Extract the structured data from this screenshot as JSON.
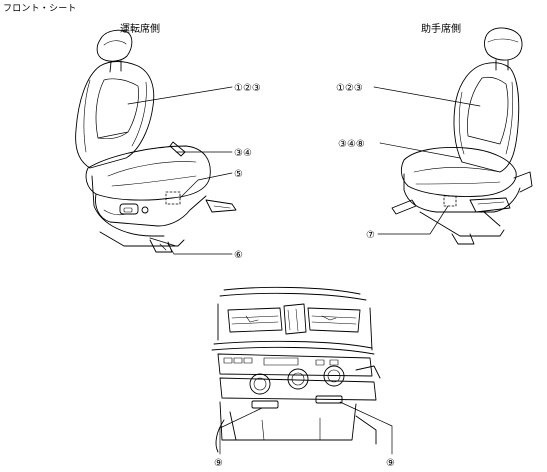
{
  "title": "フロント・シート",
  "driver_side": {
    "label": "運転席側",
    "callouts": [
      {
        "id": "d-123",
        "text": "①②③"
      },
      {
        "id": "d-34",
        "text": "③④"
      },
      {
        "id": "d-5",
        "text": "⑤"
      },
      {
        "id": "d-6",
        "text": "⑥"
      }
    ]
  },
  "passenger_side": {
    "label": "助手席側",
    "callouts": [
      {
        "id": "p-123",
        "text": "①②③"
      },
      {
        "id": "p-348",
        "text": "③④⑧"
      },
      {
        "id": "p-7",
        "text": "⑦"
      }
    ]
  },
  "console": {
    "callouts": [
      {
        "id": "c-9-left",
        "text": "⑨"
      },
      {
        "id": "c-9-right",
        "text": "⑨"
      }
    ]
  }
}
